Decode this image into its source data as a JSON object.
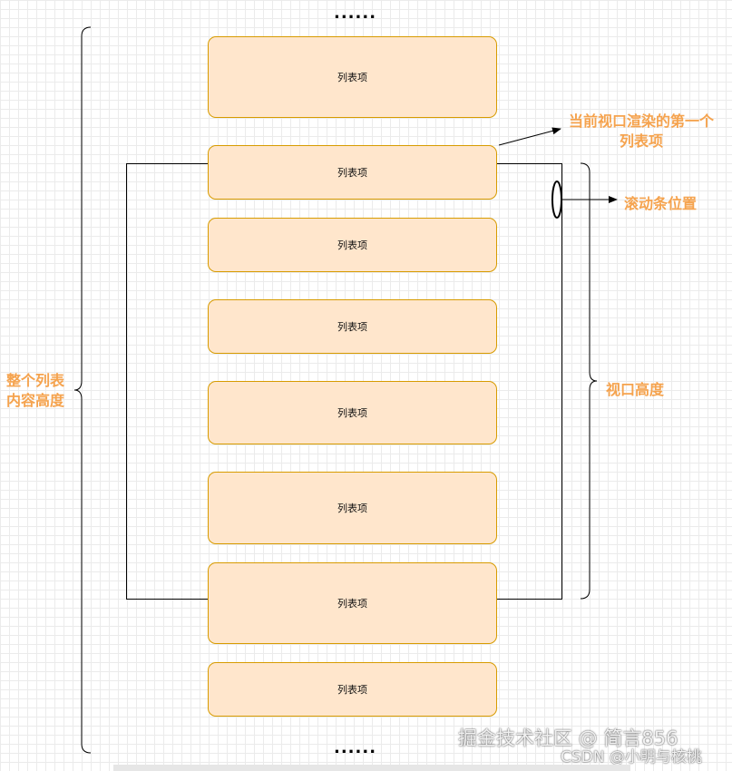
{
  "top_ellipsis": "......",
  "bottom_ellipsis": "......",
  "list_items": [
    {
      "label": "列表项"
    },
    {
      "label": "列表项"
    },
    {
      "label": "列表项"
    },
    {
      "label": "列表项"
    },
    {
      "label": "列表项"
    },
    {
      "label": "列表项"
    },
    {
      "label": "列表项"
    },
    {
      "label": "列表项"
    }
  ],
  "annotations": {
    "first_rendered": "当前视口渲染的第一个列表项",
    "scrollbar_position": "滚动条位置",
    "viewport_height": "视口高度",
    "total_height": "整个列表内容高度"
  },
  "watermark": {
    "juejin": "掘金技术社区 @ 简言856",
    "csdn": "CSDN @小明与核桃"
  },
  "colors": {
    "item_fill": "#ffe6cc",
    "item_border": "#d79b00",
    "annotation": "#f5a34e"
  }
}
